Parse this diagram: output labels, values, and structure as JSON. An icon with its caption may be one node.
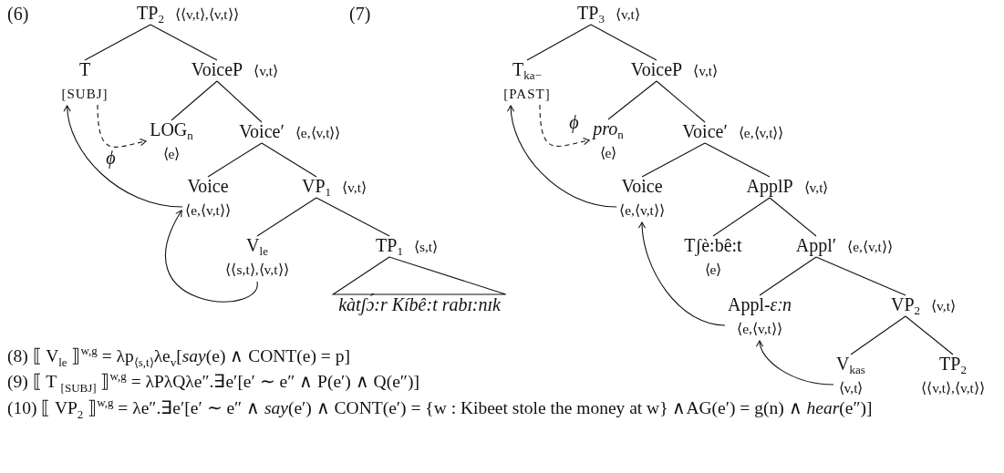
{
  "diagram": {
    "nodes": [
      {
        "text": [
          "TP$_{2}$"
        ],
        "beside": [
          "⟨⟨v,t⟩,⟨v,t⟩⟩"
        ]
      },
      {
        "text": [
          "T",
          "[SUBJ]"
        ]
      },
      {
        "text": [
          "VoiceP"
        ],
        "beside": [
          "⟨v,t⟩"
        ]
      },
      {
        "text": [
          "LOG$_{n}$",
          "⟨e⟩"
        ]
      },
      {
        "text": [
          "Voice′"
        ],
        "beside": [
          "⟨e,⟨v,t⟩⟩"
        ]
      },
      {
        "text": [
          "Voice",
          "⟨e,⟨v,t⟩⟩"
        ]
      },
      {
        "text": [
          "VP$_{1}$"
        ],
        "beside": [
          "⟨v,t⟩"
        ]
      },
      {
        "text": [
          "V$_{le}$",
          "⟨⟨s,t⟩,⟨v,t⟩⟩"
        ]
      },
      {
        "text": [
          "TP$_{1}$"
        ],
        "beside": [
          "⟨s,t⟩"
        ]
      },
      {
        "text": [
          "kàtʃɔ́:r Kíbê:t rabɪ:nɪk"
        ]
      },
      {
        "text": [
          "TP$_{3}$"
        ],
        "beside": [
          "⟨v,t⟩"
        ]
      },
      {
        "text": [
          "T$_{ka−}$",
          "[PAST]"
        ]
      },
      {
        "text": [
          "VoiceP"
        ],
        "beside": [
          "⟨v,t⟩"
        ]
      },
      {
        "text": [
          "*pro*$_{n}$",
          "⟨e⟩"
        ]
      },
      {
        "text": [
          "Voice′"
        ],
        "beside": [
          "⟨e,⟨v,t⟩⟩"
        ]
      },
      {
        "text": [
          "Voice",
          "⟨e,⟨v,t⟩⟩"
        ]
      },
      {
        "text": [
          "ApplP"
        ],
        "beside": [
          "⟨v,t⟩"
        ]
      },
      {
        "text": [
          "Tʃè:bê:t",
          "⟨e⟩"
        ]
      },
      {
        "text": [
          "Appl′"
        ],
        "beside": [
          "⟨e,⟨v,t⟩⟩"
        ]
      },
      {
        "text": [
          "Appl-*ɛːn*",
          "⟨e,⟨v,t⟩⟩"
        ]
      },
      {
        "text": [
          "VP$_{2}$"
        ],
        "beside": [
          "⟨v,t⟩"
        ]
      },
      {
        "text": [
          "V$_{kas}$",
          "⟨v,t⟩"
        ]
      },
      {
        "text": [
          "TP$_{2}$",
          "⟨⟨v,t⟩,⟨v,t⟩⟩"
        ]
      }
    ],
    "edges": [
      {
        "from": 0,
        "to": 1,
        "arrow": "none"
      },
      {
        "from": 0,
        "to": 2,
        "arrow": "none"
      },
      {
        "from": 2,
        "to": 3,
        "arrow": "none"
      },
      {
        "from": 2,
        "to": 4,
        "arrow": "none"
      },
      {
        "from": 4,
        "to": 5,
        "arrow": "none"
      },
      {
        "from": 4,
        "to": 6,
        "arrow": "none"
      },
      {
        "from": 6,
        "to": 7,
        "arrow": "none"
      },
      {
        "from": 6,
        "to": 8,
        "arrow": "none"
      },
      {
        "from": 8,
        "to": 9,
        "arrow": "none"
      },
      {
        "from": 1,
        "to": 3,
        "arrow": "to",
        "style": "dashed",
        "label": "ϕ"
      },
      {
        "from": 5,
        "to": 1,
        "arrow": "to"
      },
      {
        "from": 7,
        "to": 5,
        "arrow": "to"
      },
      {
        "from": 10,
        "to": 11,
        "arrow": "none"
      },
      {
        "from": 10,
        "to": 12,
        "arrow": "none"
      },
      {
        "from": 12,
        "to": 13,
        "arrow": "none"
      },
      {
        "from": 12,
        "to": 14,
        "arrow": "none"
      },
      {
        "from": 14,
        "to": 15,
        "arrow": "none"
      },
      {
        "from": 14,
        "to": 16,
        "arrow": "none"
      },
      {
        "from": 16,
        "to": 17,
        "arrow": "none"
      },
      {
        "from": 16,
        "to": 18,
        "arrow": "none"
      },
      {
        "from": 18,
        "to": 19,
        "arrow": "none"
      },
      {
        "from": 18,
        "to": 20,
        "arrow": "none"
      },
      {
        "from": 20,
        "to": 21,
        "arrow": "none"
      },
      {
        "from": 20,
        "to": 22,
        "arrow": "none"
      },
      {
        "from": 11,
        "to": 13,
        "arrow": "to",
        "style": "dashed",
        "label": "ϕ"
      },
      {
        "from": 15,
        "to": 11,
        "arrow": "to"
      },
      {
        "from": 19,
        "to": 15,
        "arrow": "to"
      },
      {
        "from": 21,
        "to": 19,
        "arrow": "to"
      }
    ],
    "labels": [
      "(6)",
      "(7)",
      "(8) ⟦ V$_{le}$ ⟧$^{w,g}$ = λp$_{⟨s,t⟩}$λe$_{v}$[*say*(e) ∧ CONT(e) = p]",
      "(9) ⟦ T $_{[SUBJ]}$ ⟧$^{w,g}$ = λPλQλe″.∃e′[e′ ∼ e″ ∧ P(e′) ∧ Q(e″)]",
      "(10) ⟦ VP$_{2}$ ⟧$^{w,g}$ = λe″.∃e′[e′ ∼ e″ ∧ *say*(e′) ∧ CONT(e′) = {w : Kibeet stole the money at w} ∧AG(e′) = g(n) ∧ *hear*(e″)]"
    ]
  }
}
